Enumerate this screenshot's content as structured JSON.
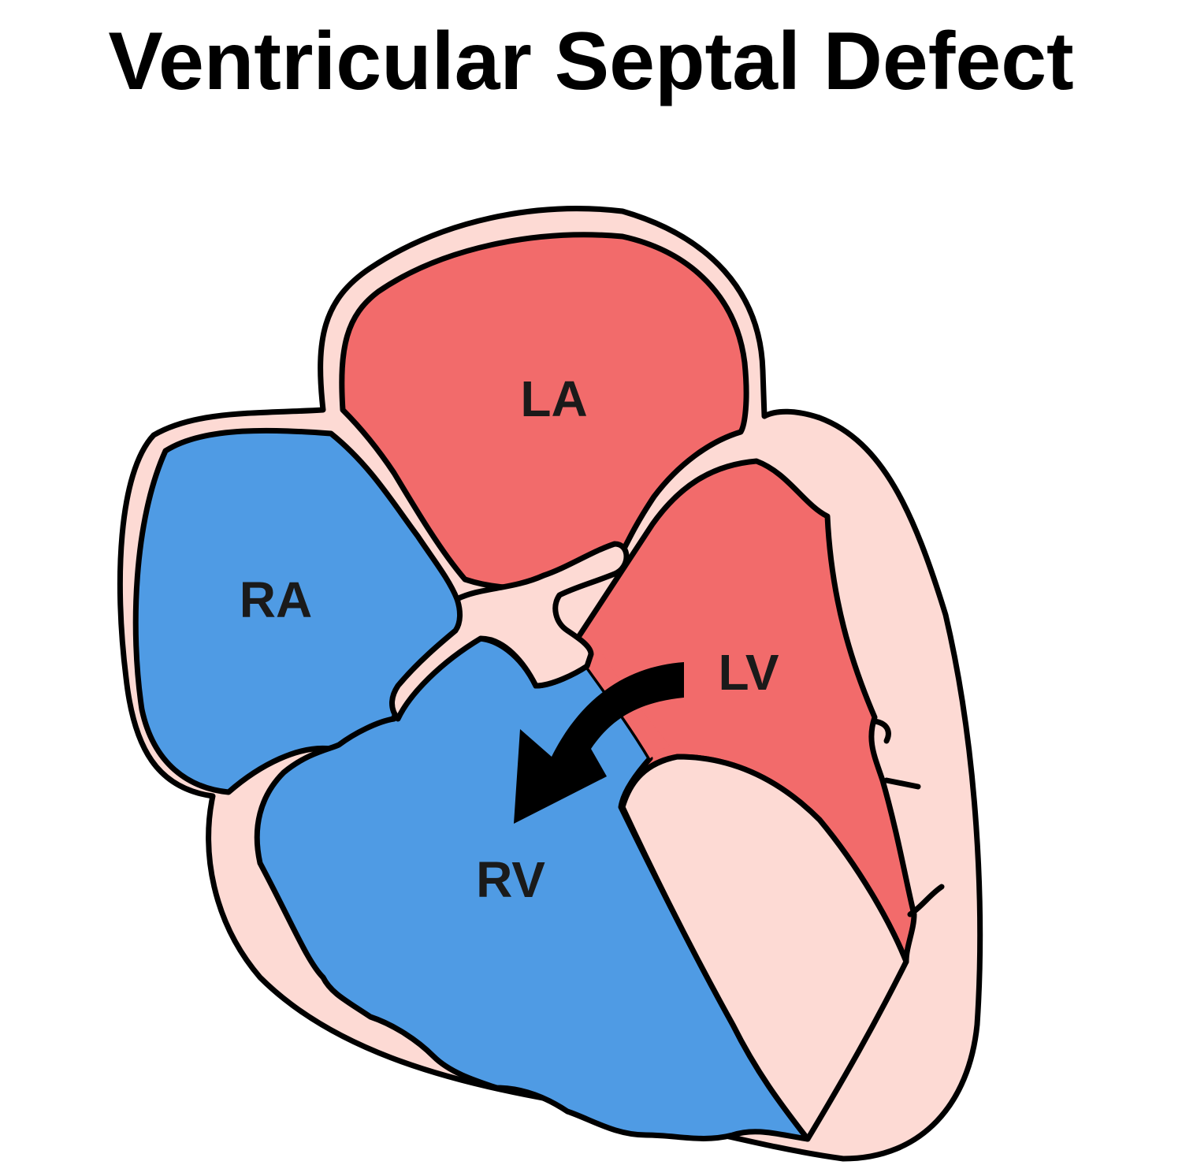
{
  "title": "Ventricular Septal Defect",
  "labels": {
    "left_atrium": "LA",
    "right_atrium": "RA",
    "left_ventricle": "LV",
    "right_ventricle": "RV"
  },
  "colors": {
    "oxygenated": "#f26b6b",
    "deoxygenated": "#4f9be4",
    "tissue": "#fddad4",
    "outline": "#000000",
    "arrow": "#000000"
  }
}
